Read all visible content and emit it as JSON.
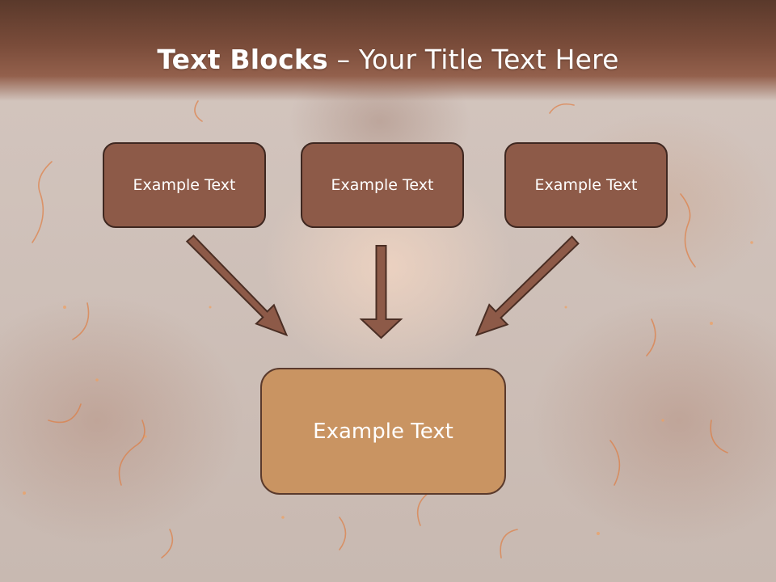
{
  "slide": {
    "title_bold": "Text Blocks",
    "title_dash": " – ",
    "title_rest": "Your Title Text Here"
  },
  "diagram": {
    "top_boxes": [
      "Example Text",
      "Example Text",
      "Example Text"
    ],
    "bottom_box": "Example Text"
  },
  "colors": {
    "header": "#7a4c3a",
    "top_box_fill": "#8d5a48",
    "bottom_box_fill": "#c99462",
    "arrow_fill": "#8d5a48",
    "arrow_stroke": "#4a2e24"
  }
}
